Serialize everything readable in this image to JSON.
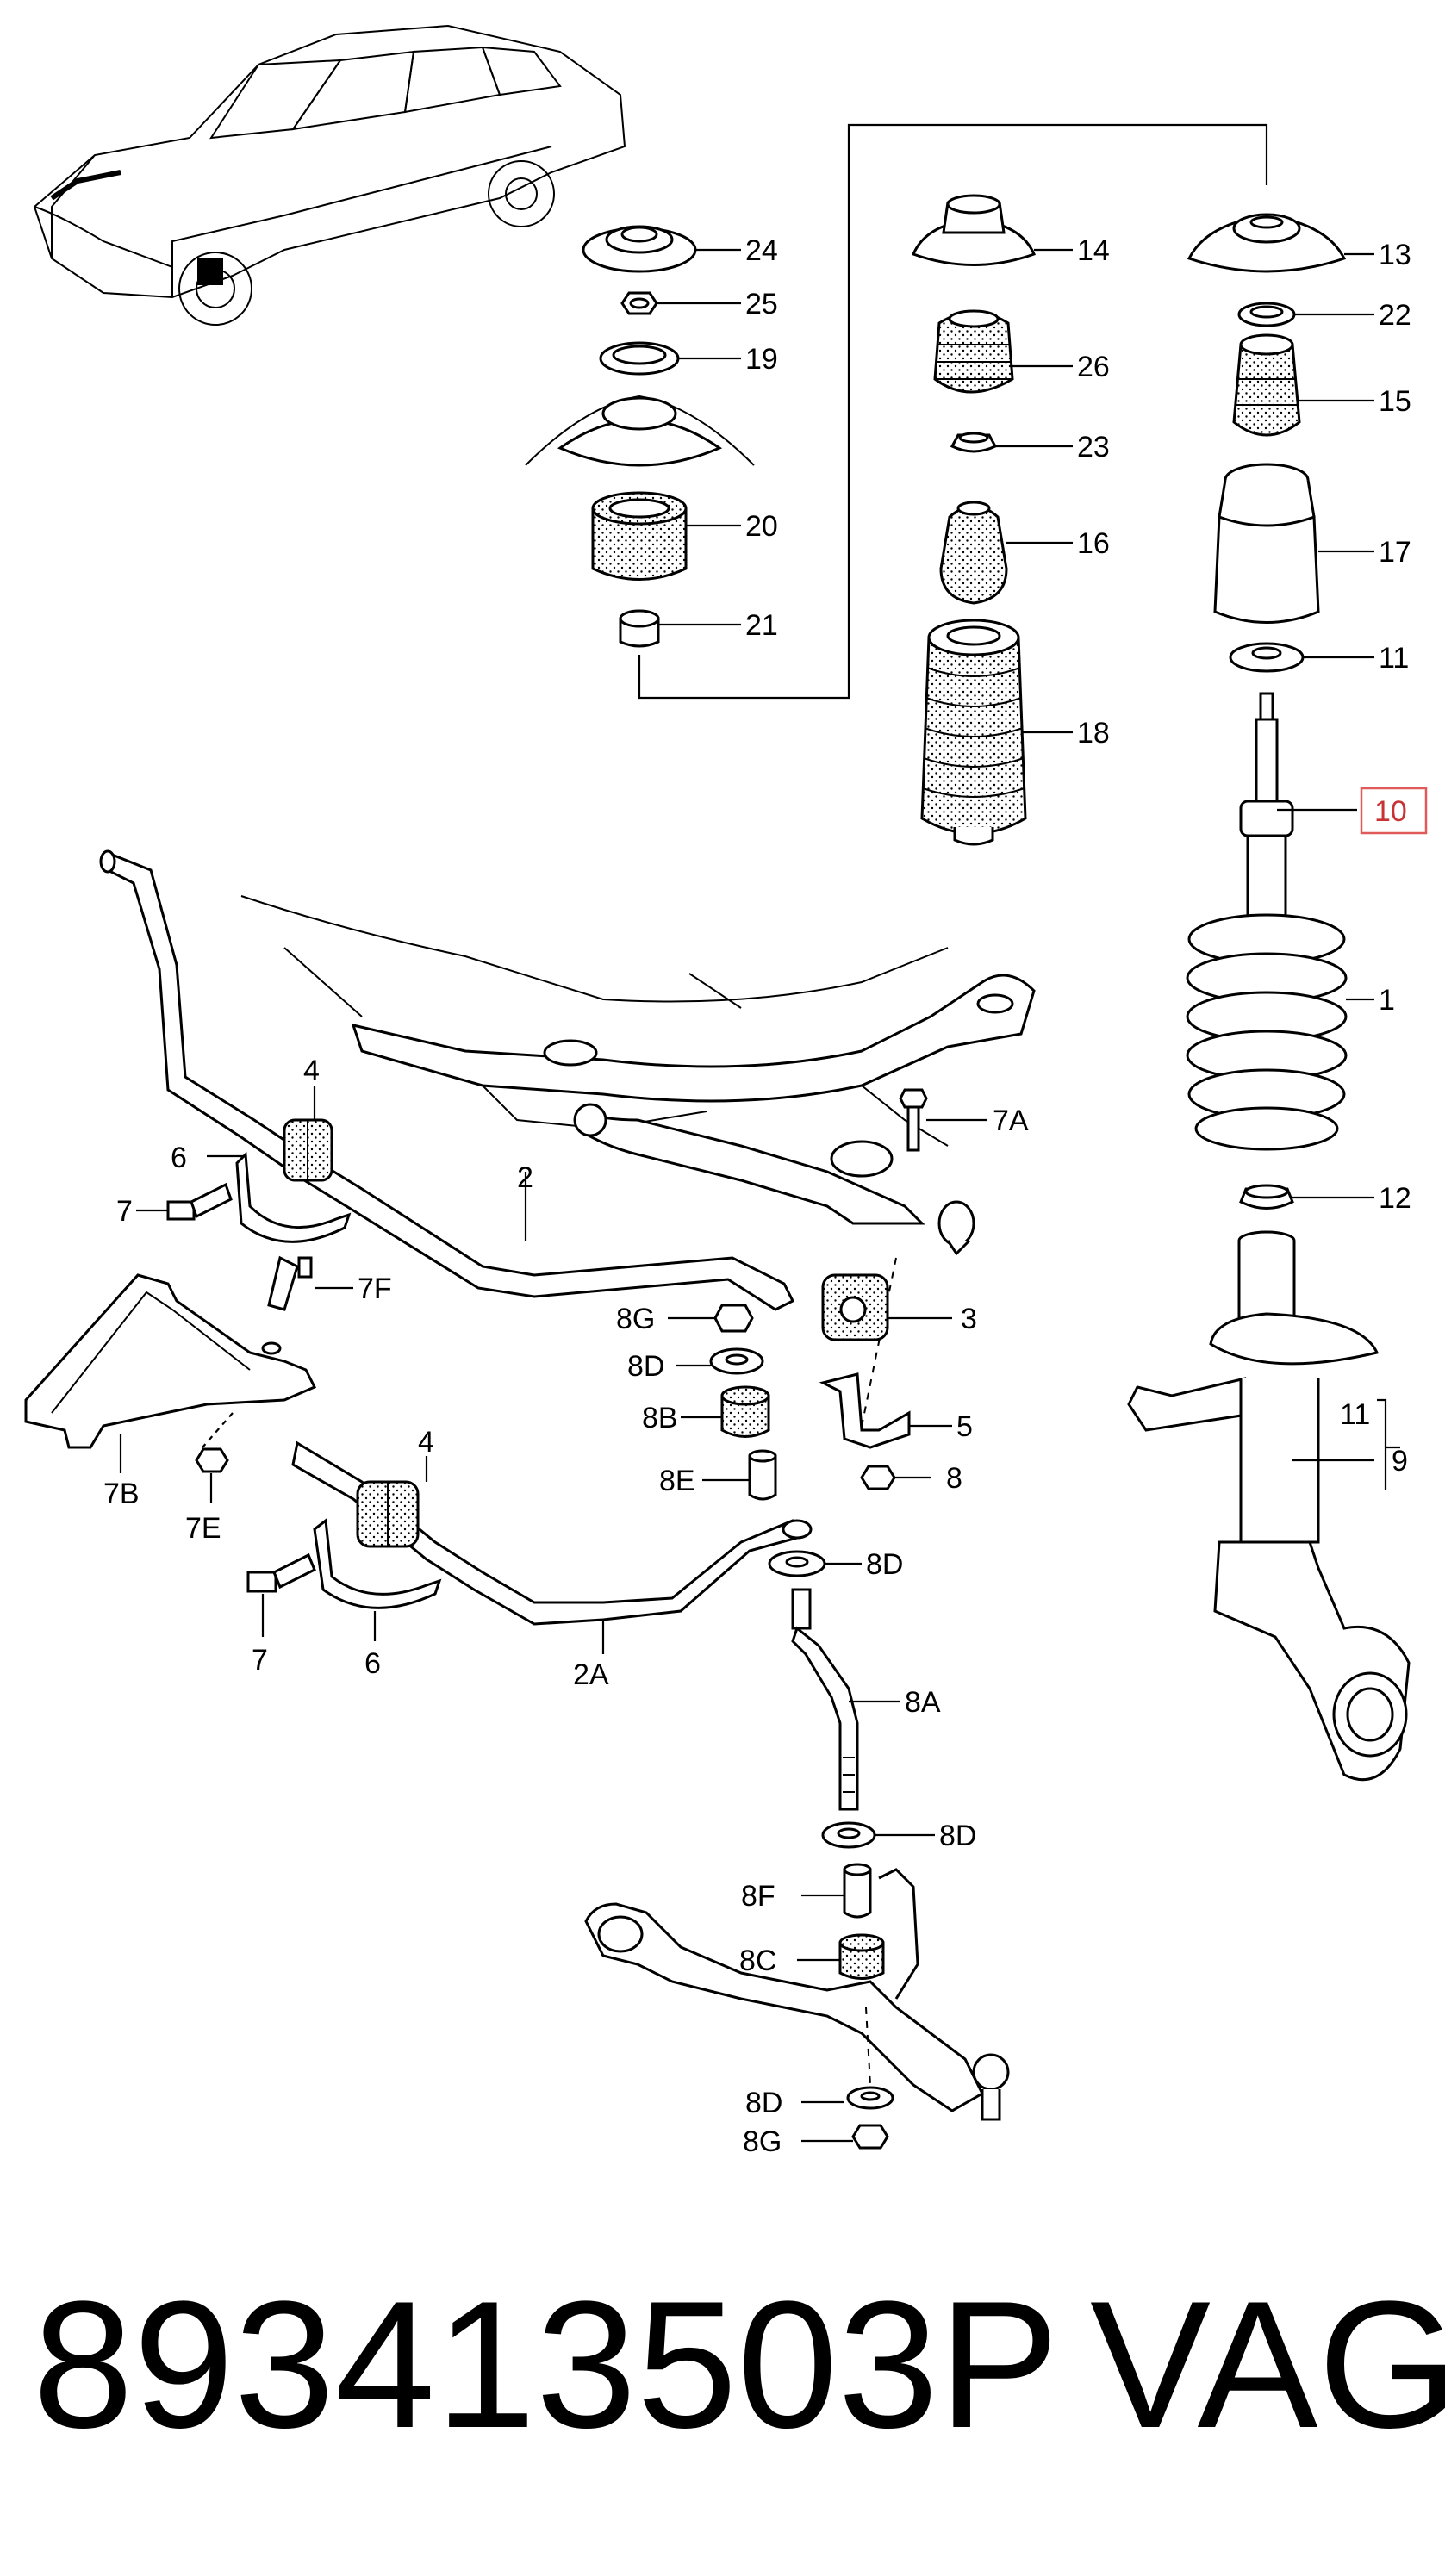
{
  "labels": {
    "l24": "24",
    "l25": "25",
    "l19": "19",
    "l20": "20",
    "l21": "21",
    "l14": "14",
    "l26": "26",
    "l23": "23",
    "l16": "16",
    "l18": "18",
    "l13": "13",
    "l22": "22",
    "l15": "15",
    "l17": "17",
    "l11": "11",
    "l10": "10",
    "l1": "1",
    "l12": "12",
    "l11b": "11",
    "l9": "9",
    "l4a": "4",
    "l6a": "6",
    "l7a": "7",
    "l7F": "7F",
    "l2": "2",
    "l7A": "7A",
    "l8G": "8G",
    "l8Da": "8D",
    "l8B": "8B",
    "l8E": "8E",
    "l3": "3",
    "l5": "5",
    "l8": "8",
    "l7B": "7B",
    "l7E": "7E",
    "l4b": "4",
    "l7b": "7",
    "l6b": "6",
    "l2A": "2A",
    "l8Db": "8D",
    "l8A": "8A",
    "l8Dc": "8D",
    "l8F": "8F",
    "l8C": "8C",
    "l8Dd": "8D",
    "l8Gb": "8G"
  },
  "footer": {
    "part_number": "893413503P",
    "brand": "VAG"
  },
  "highlight": {
    "label": "10",
    "color": "#e05a5a"
  },
  "icons": {
    "car": "car-sketch-icon"
  }
}
